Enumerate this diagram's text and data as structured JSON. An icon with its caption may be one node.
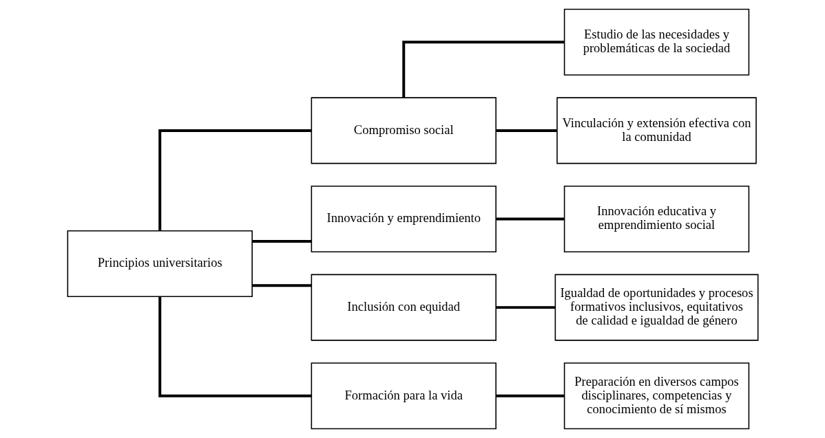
{
  "diagram": {
    "nodes": [
      {
        "text": [
          "Principios universitarios"
        ]
      },
      {
        "text": [
          "Compromiso social"
        ]
      },
      {
        "text": [
          "Estudio de las necesidades y problemáticas de la sociedad"
        ]
      },
      {
        "text": [
          "Vinculación y extensión efectiva con la comunidad"
        ]
      },
      {
        "text": [
          "Innovación y emprendimiento"
        ]
      },
      {
        "text": [
          "Innovación educativa y emprendimiento social"
        ]
      },
      {
        "text": [
          "Inclusión con equidad"
        ]
      },
      {
        "text": [
          "Igualdad de oportunidades y procesos formativos inclusivos, equitativos de calidad e igualdad de género"
        ]
      },
      {
        "text": [
          "Formación para la vida"
        ]
      },
      {
        "text": [
          "Preparación en diversos campos disciplinares, competencias y conocimiento de sí mismos"
        ]
      }
    ],
    "edges": [
      {
        "from": 0,
        "to": 1,
        "arrow": "none"
      },
      {
        "from": 0,
        "to": 4,
        "arrow": "none"
      },
      {
        "from": 0,
        "to": 6,
        "arrow": "none"
      },
      {
        "from": 0,
        "to": 8,
        "arrow": "none"
      },
      {
        "from": 1,
        "to": 2,
        "arrow": "none"
      },
      {
        "from": 1,
        "to": 3,
        "arrow": "none"
      },
      {
        "from": 4,
        "to": 5,
        "arrow": "none"
      },
      {
        "from": 6,
        "to": 7,
        "arrow": "none"
      },
      {
        "from": 8,
        "to": 9,
        "arrow": "none"
      }
    ]
  }
}
